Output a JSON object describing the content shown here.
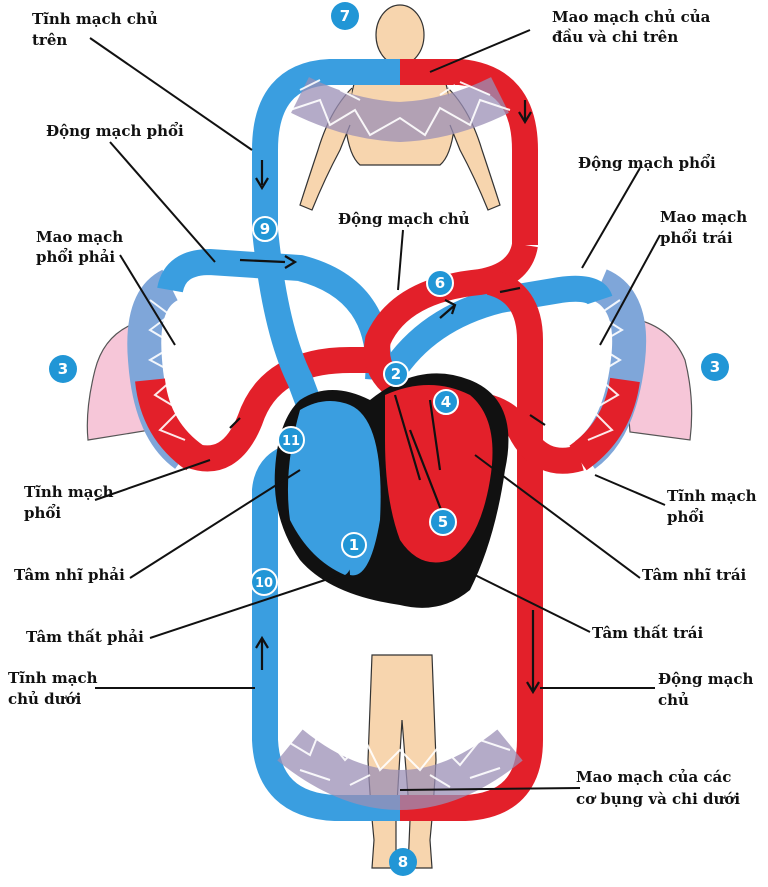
{
  "labels": {
    "svc": [
      "Tĩnh mạch chủ",
      "trên"
    ],
    "head_caps": [
      "Mao mạch chủ của",
      "đầu và chi trên"
    ],
    "pa_left": "Động mạch phổi",
    "pa_right": "Động mạch phổi",
    "aorta_top": "Động mạch chủ",
    "lung_caps_right": [
      "Mao mạch",
      "phổi phải"
    ],
    "lung_caps_left": [
      "Mao mạch",
      "phổi trái"
    ],
    "pv_left": [
      "Tĩnh mạch",
      "phổi"
    ],
    "pv_right": [
      "Tĩnh mạch",
      "phổi"
    ],
    "ra": "Tâm nhĩ phải",
    "la": "Tâm nhĩ trái",
    "rv": "Tâm thất phải",
    "lv": "Tâm thất trái",
    "ivc": [
      "Tĩnh mạch",
      "chủ dưới"
    ],
    "aorta_bottom": [
      "Động mạch",
      "chủ"
    ],
    "lower_caps": [
      "Mao mạch của các",
      "cơ bụng và chi dưới"
    ]
  },
  "numbers": [
    "1",
    "2",
    "3",
    "3",
    "4",
    "5",
    "6",
    "7",
    "8",
    "9",
    "10",
    "11"
  ],
  "colors": {
    "oxygenated": "#e3202a",
    "deoxygenated": "#3a9ee0",
    "badge": "#2196d6",
    "heart_outline": "#111111",
    "lung": "#f6c6d8",
    "skin": "#f7d5ae"
  }
}
